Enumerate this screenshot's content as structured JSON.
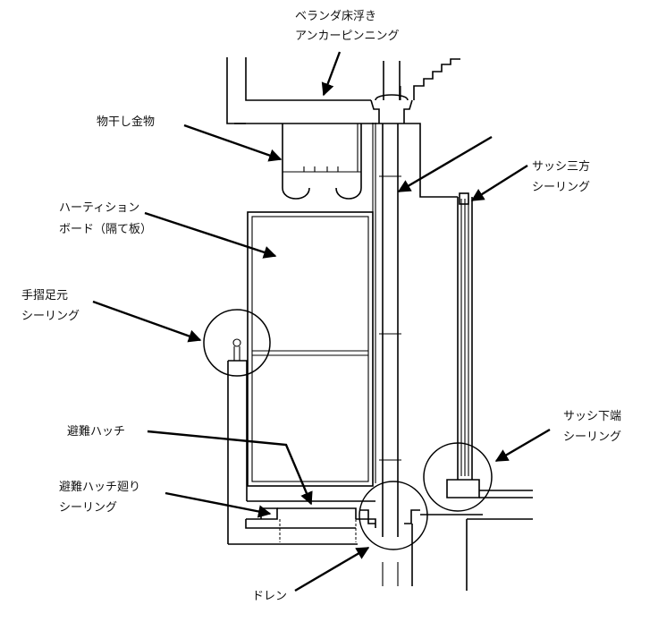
{
  "labels": {
    "veranda_anchor_l1": "ベランダ床浮き",
    "veranda_anchor_l2": "アンカーピンニング",
    "clothes_hanger": "物干し金物",
    "partition_l1": "ハーティション",
    "partition_l2": "ボード（隔て板）",
    "handrail_l1": "手摺足元",
    "handrail_l2": "シーリング",
    "sash_three_l1": "サッシ三方",
    "sash_three_l2": "シーリング",
    "hatch": "避難ハッチ",
    "hatch_seal_l1": "避難ハッチ廻り",
    "hatch_seal_l2": "シーリング",
    "sash_bottom_l1": "サッシ下端",
    "sash_bottom_l2": "シーリング",
    "drain": "ドレン"
  }
}
